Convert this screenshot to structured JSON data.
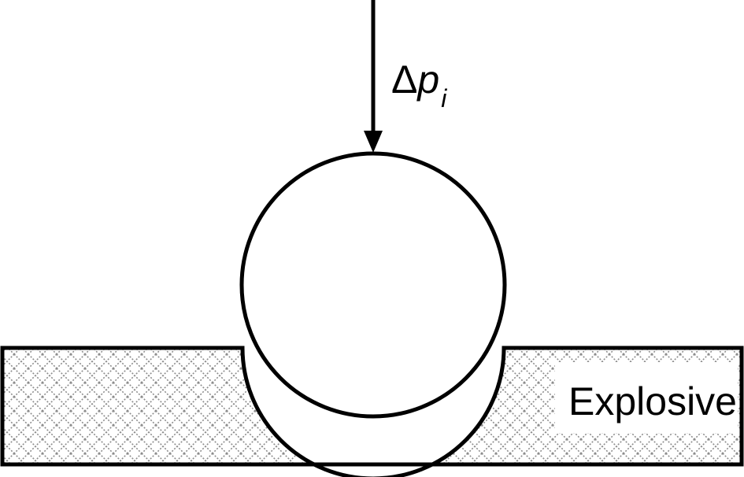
{
  "labels": {
    "pressure_delta": "Δ",
    "pressure_symbol": "p",
    "pressure_subscript": "i",
    "material": "Explosive"
  },
  "colors": {
    "stroke": "#000000",
    "hatch": "#8c8c8c",
    "background": "#ffffff"
  }
}
